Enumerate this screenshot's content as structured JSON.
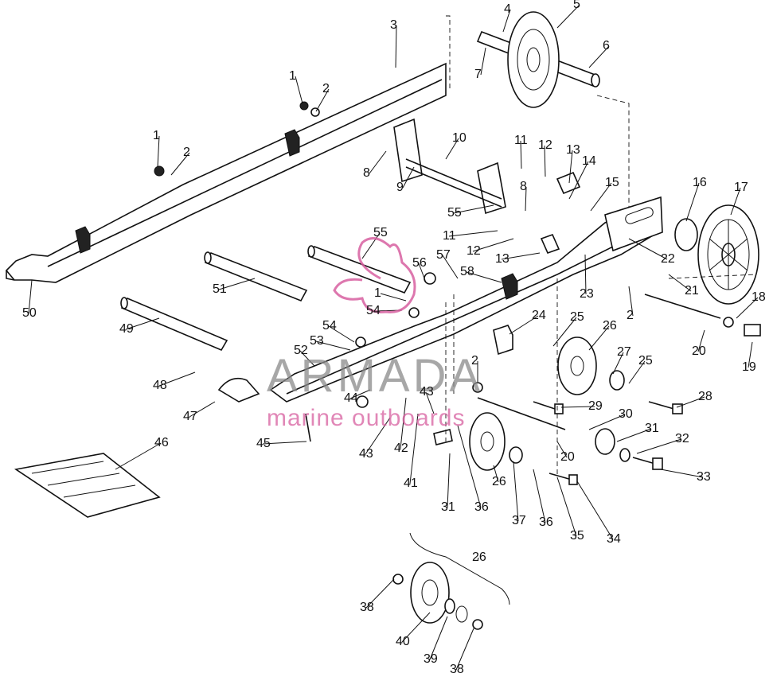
{
  "watermark": {
    "brand": "ARMADA",
    "tagline": "marine outboards",
    "logo_color": "#d75fa0",
    "brand_color": "#8a8a8a"
  },
  "callouts": [
    {
      "id": "c1a",
      "text": "1"
    },
    {
      "id": "c2a",
      "text": "2"
    },
    {
      "id": "c3",
      "text": "3"
    },
    {
      "id": "c4",
      "text": "4"
    },
    {
      "id": "c5",
      "text": "5"
    },
    {
      "id": "c6",
      "text": "6"
    },
    {
      "id": "c7",
      "text": "7"
    },
    {
      "id": "c1b",
      "text": "1"
    },
    {
      "id": "c2b",
      "text": "2"
    },
    {
      "id": "c8a",
      "text": "8"
    },
    {
      "id": "c9",
      "text": "9"
    },
    {
      "id": "c10",
      "text": "10"
    },
    {
      "id": "c11a",
      "text": "11"
    },
    {
      "id": "c12a",
      "text": "12"
    },
    {
      "id": "c13a",
      "text": "13"
    },
    {
      "id": "c14",
      "text": "14"
    },
    {
      "id": "c15",
      "text": "15"
    },
    {
      "id": "c8b",
      "text": "8"
    },
    {
      "id": "c16",
      "text": "16"
    },
    {
      "id": "c17",
      "text": "17"
    },
    {
      "id": "c55a",
      "text": "55"
    },
    {
      "id": "c11b",
      "text": "11"
    },
    {
      "id": "c12b",
      "text": "12"
    },
    {
      "id": "c13b",
      "text": "13"
    },
    {
      "id": "c22",
      "text": "22"
    },
    {
      "id": "c21",
      "text": "21"
    },
    {
      "id": "c55b",
      "text": "55"
    },
    {
      "id": "c56",
      "text": "56"
    },
    {
      "id": "c57",
      "text": "57"
    },
    {
      "id": "c58",
      "text": "58"
    },
    {
      "id": "c23",
      "text": "23"
    },
    {
      "id": "c51",
      "text": "51"
    },
    {
      "id": "c1c",
      "text": "1"
    },
    {
      "id": "c54a",
      "text": "54"
    },
    {
      "id": "c2c",
      "text": "2"
    },
    {
      "id": "c18",
      "text": "18"
    },
    {
      "id": "c50",
      "text": "50"
    },
    {
      "id": "c49",
      "text": "49"
    },
    {
      "id": "c54b",
      "text": "54"
    },
    {
      "id": "c24",
      "text": "24"
    },
    {
      "id": "c25a",
      "text": "25"
    },
    {
      "id": "c26a",
      "text": "26"
    },
    {
      "id": "c20a",
      "text": "20"
    },
    {
      "id": "c19",
      "text": "19"
    },
    {
      "id": "c53",
      "text": "53"
    },
    {
      "id": "c27",
      "text": "27"
    },
    {
      "id": "c25b",
      "text": "25"
    },
    {
      "id": "c52",
      "text": "52"
    },
    {
      "id": "c2d",
      "text": "2"
    },
    {
      "id": "c48",
      "text": "48"
    },
    {
      "id": "c44",
      "text": "44"
    },
    {
      "id": "c43a",
      "text": "43"
    },
    {
      "id": "c28",
      "text": "28"
    },
    {
      "id": "c29",
      "text": "29"
    },
    {
      "id": "c47",
      "text": "47"
    },
    {
      "id": "c30",
      "text": "30"
    },
    {
      "id": "c43b",
      "text": "43"
    },
    {
      "id": "c42",
      "text": "42"
    },
    {
      "id": "c31a",
      "text": "31"
    },
    {
      "id": "c45",
      "text": "45"
    },
    {
      "id": "c32",
      "text": "32"
    },
    {
      "id": "c20b",
      "text": "20"
    },
    {
      "id": "c46",
      "text": "46"
    },
    {
      "id": "c33",
      "text": "33"
    },
    {
      "id": "c41",
      "text": "41"
    },
    {
      "id": "c26b",
      "text": "26"
    },
    {
      "id": "c31b",
      "text": "31"
    },
    {
      "id": "c36a",
      "text": "36"
    },
    {
      "id": "c37",
      "text": "37"
    },
    {
      "id": "c36b",
      "text": "36"
    },
    {
      "id": "c35",
      "text": "35"
    },
    {
      "id": "c34",
      "text": "34"
    },
    {
      "id": "c26c",
      "text": "26"
    },
    {
      "id": "c38a",
      "text": "38"
    },
    {
      "id": "c40",
      "text": "40"
    },
    {
      "id": "c39",
      "text": "39"
    },
    {
      "id": "c38b",
      "text": "38"
    }
  ]
}
